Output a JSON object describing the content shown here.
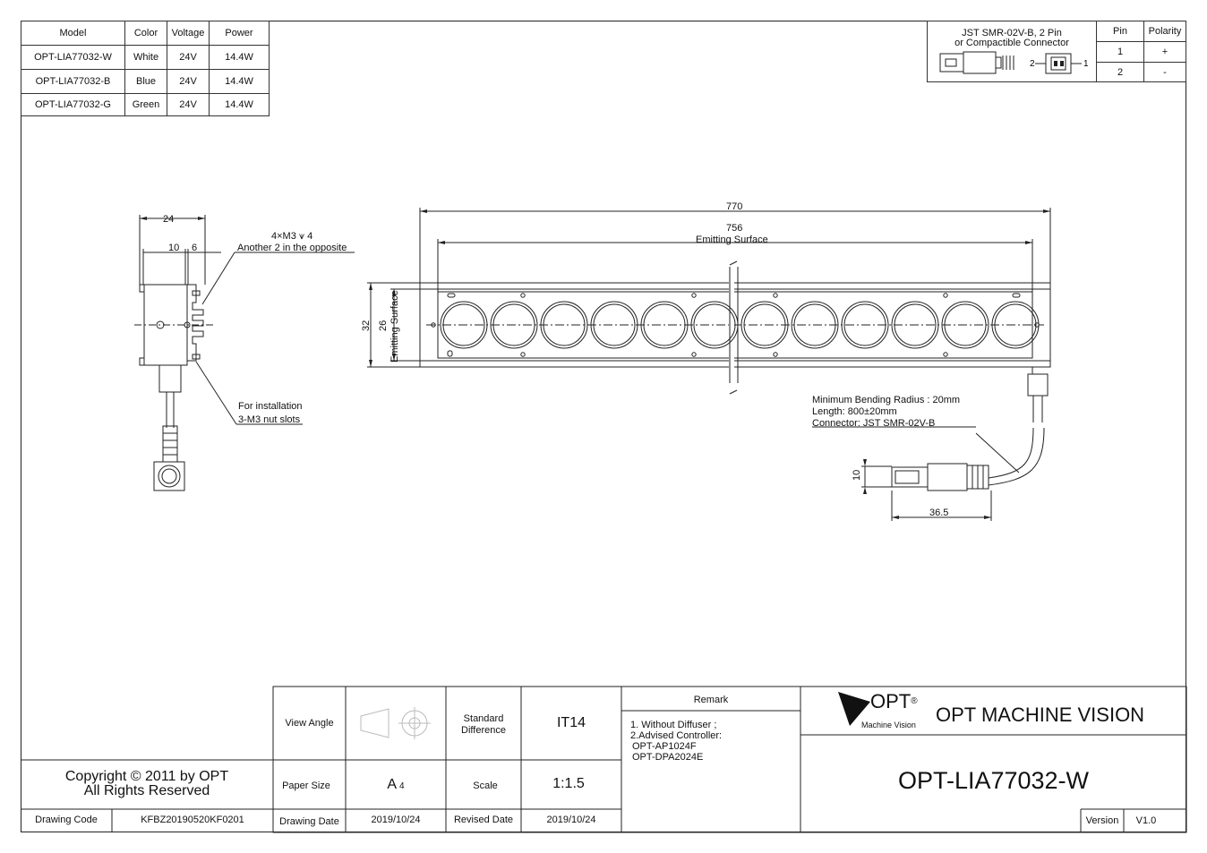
{
  "spec_table": {
    "headers": [
      "Model",
      "Color",
      "Voltage",
      "Power"
    ],
    "rows": [
      [
        "OPT-LIA77032-W",
        "White",
        "24V",
        "14.4W"
      ],
      [
        "OPT-LIA77032-B",
        "Blue",
        "24V",
        "14.4W"
      ],
      [
        "OPT-LIA77032-G",
        "Green",
        "24V",
        "14.4W"
      ]
    ]
  },
  "connector_table": {
    "title_line1": "JST SMR-02V-B, 2 Pin",
    "title_line2": "or Compactible Connector",
    "pin_header": "Pin",
    "polarity_header": "Polarity",
    "rows": [
      [
        "1",
        "+"
      ],
      [
        "2",
        "-"
      ]
    ],
    "label_left": "2",
    "label_right": "1"
  },
  "side_view": {
    "dim_24": "24",
    "dim_10": "10",
    "dim_6": "6",
    "note1_line1": "4×M3 ⩛ 4",
    "note1_line2": "Another 2 in the opposite",
    "note2_line1": "For installation",
    "note2_line2": "3-M3 nut slots"
  },
  "front_view": {
    "dim_770": "770",
    "dim_756": "756",
    "emitting_surface": "Emitting Surface",
    "dim_32": "32",
    "dim_26": "26",
    "emitting_surface_vertical": "Emitting Surface"
  },
  "cable": {
    "line1": "Minimum Bending Radius : 20mm",
    "line2": "Length: 800±20mm",
    "line3": "Connector: JST SMR-02V-B",
    "dim_10": "10",
    "dim_36_5": "36.5"
  },
  "title_block": {
    "copyright_line1": "Copyright © 2011 by OPT",
    "copyright_line2": "All Rights Reserved",
    "drawing_code_label": "Drawing Code",
    "drawing_code": "KFBZ20190520KF0201",
    "view_angle_label": "View Angle",
    "standard_difference_line1": "Standard",
    "standard_difference_line2": "Difference",
    "tolerance": "IT14",
    "paper_size_label": "Paper Size",
    "paper_size": "A",
    "paper_size_sub": "4",
    "scale_label": "Scale",
    "scale": "1:1.5",
    "drawing_date_label": "Drawing Date",
    "drawing_date": "2019/10/24",
    "revised_date_label": "Revised Date",
    "revised_date": "2019/10/24",
    "remark_label": "Remark",
    "remark_lines": [
      "1. Without Diffuser ;",
      "2.Advised Controller:",
      "OPT-AP1024F",
      "OPT-DPA2024E"
    ],
    "logo_text": "OPT",
    "logo_reg": "®",
    "logo_sub": "Machine Vision",
    "company": "OPT MACHINE VISION",
    "part_number": "OPT-LIA77032-W",
    "version_label": "Version",
    "version": "V1.0"
  }
}
